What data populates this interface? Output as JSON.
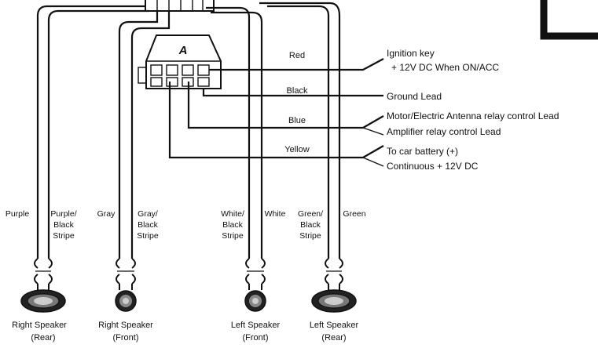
{
  "harness_plug_label": "A",
  "wire_colors": {
    "red": "Red",
    "black": "Black",
    "blue": "Blue",
    "yellow": "Yellow"
  },
  "connections": {
    "ignition": [
      "Ignition key",
      "+ 12V DC When ON/ACC"
    ],
    "ground": "Ground Lead",
    "antenna": "Motor/Electric Antenna relay control Lead",
    "amplifier": "Amplifier relay control Lead",
    "battery": [
      "To car battery (+)",
      "Continuous + 12V DC"
    ]
  },
  "speaker_wires": {
    "right_rear": {
      "solid": "Purple",
      "striped": [
        "Purple/",
        "Black",
        "Stripe"
      ]
    },
    "right_front": {
      "solid": "Gray",
      "striped": [
        "Gray/",
        "Black",
        "Stripe"
      ]
    },
    "left_front": {
      "striped": [
        "White/",
        "Black",
        "Stripe"
      ],
      "solid": "White"
    },
    "left_rear": {
      "striped": [
        "Green/",
        "Black",
        "Stripe"
      ],
      "solid": "Green"
    }
  },
  "speakers": {
    "right_rear": [
      "Right Speaker",
      "(Rear)"
    ],
    "right_front": [
      "Right Speaker",
      "(Front)"
    ],
    "left_front": [
      "Left Speaker",
      "(Front)"
    ],
    "left_rear": [
      "Left Speaker",
      "(Rear)"
    ]
  }
}
